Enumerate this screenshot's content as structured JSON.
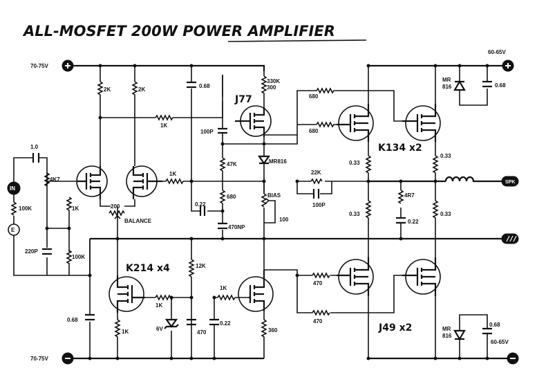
{
  "title": "ALL-MOSFET 200W POWER AMPLIFIER",
  "terminals": {
    "pos_left": "70-75V",
    "neg_left": "70-75V",
    "pos_right": "60-65V",
    "neg_right": "60-65V",
    "input": "IN",
    "ground_in": "E",
    "speaker": "SPK"
  },
  "parts": {
    "c_in": "1.0",
    "r_4k7_in": "4K7",
    "r_100k_in": "100K",
    "c_220p": "220P",
    "r_1k_a": "1K",
    "r_100k_b": "100K",
    "r_2k_a": "2K",
    "r_2k_b": "2K",
    "r_1k_fb": "1K",
    "r_1k_diff": "1K",
    "balance_val": "200",
    "balance": "BALANCE",
    "c_068_top": "0.68",
    "r_330k": "330K",
    "r_300": "300",
    "j77": "J77",
    "c_100p": "100P",
    "r_47k": "47K",
    "d_mr816": "MR816",
    "r_680_mid": "680",
    "c_022_mid": "0.22",
    "c_470np": "470NP",
    "bias": "BIAS",
    "bias_val": "100",
    "r_680_g1": "680",
    "r_680_g2": "680",
    "r_22k": "22K",
    "c_100p_fb": "100P",
    "k134": "K134 x2",
    "r_033_a": "0.33",
    "r_033_b": "0.33",
    "r_033_c": "0.33",
    "r_033_d": "0.33",
    "r_4r7": "4R7",
    "c_022_out": "0.22",
    "mr816_top": "MR\n816",
    "c_068_tr": "0.68",
    "k214": "K214 x4",
    "r_12k": "12K",
    "r_1k_low": "1K",
    "r_1k_low2": "1K",
    "r_1k_low3": "1K",
    "z_6v": "6V",
    "c_470": "470",
    "c_022_low": "0.22",
    "r_360": "360",
    "c_068_bl": "0.68",
    "r_470_a": "470",
    "r_470_b": "470",
    "j49": "J49 x2",
    "mr816_bot": "MR\n816",
    "c_068_br": "0.68"
  }
}
